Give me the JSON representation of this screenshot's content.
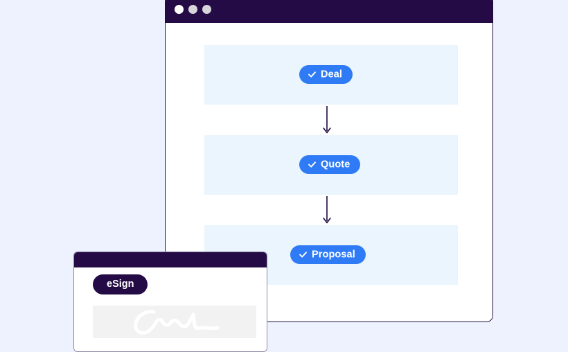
{
  "page": {
    "background_color": "#edf2fe",
    "title": "Deal to eSign workflow illustration"
  },
  "main_window": {
    "titlebar": {
      "color": "#250b46",
      "dots": [
        {
          "name": "traffic-light-dot-1",
          "color": "#ffffff"
        },
        {
          "name": "traffic-light-dot-2",
          "color": "#d7d5da"
        },
        {
          "name": "traffic-light-dot-3",
          "color": "#d7d5da"
        }
      ]
    },
    "border_color": "#1d0a3f",
    "body_color": "#ffffff",
    "band_color": "#eaf5fd",
    "accent_color": "#2f7bf6",
    "steps": [
      {
        "id": "deal",
        "label": "Deal",
        "icon": "check-icon",
        "state": "complete"
      },
      {
        "id": "quote",
        "label": "Quote",
        "icon": "check-icon",
        "state": "complete"
      },
      {
        "id": "proposal",
        "label": "Proposal",
        "icon": "check-icon",
        "state": "complete"
      }
    ],
    "connectors": [
      {
        "id": "deal-to-quote",
        "icon": "arrow-down-icon",
        "color": "#1d0a3f"
      },
      {
        "id": "quote-to-proposal",
        "icon": "arrow-down-icon",
        "color": "#1d0a3f"
      }
    ]
  },
  "esign_window": {
    "titlebar": {
      "color": "#250b46"
    },
    "border_color": "#8f87a4",
    "badge": {
      "label": "eSign",
      "color": "#250b46",
      "text_color": "#ffffff"
    },
    "signature_field": {
      "name": "signature-field",
      "background_color": "#f2f2f2",
      "stroke_color": "#ffffff"
    }
  }
}
